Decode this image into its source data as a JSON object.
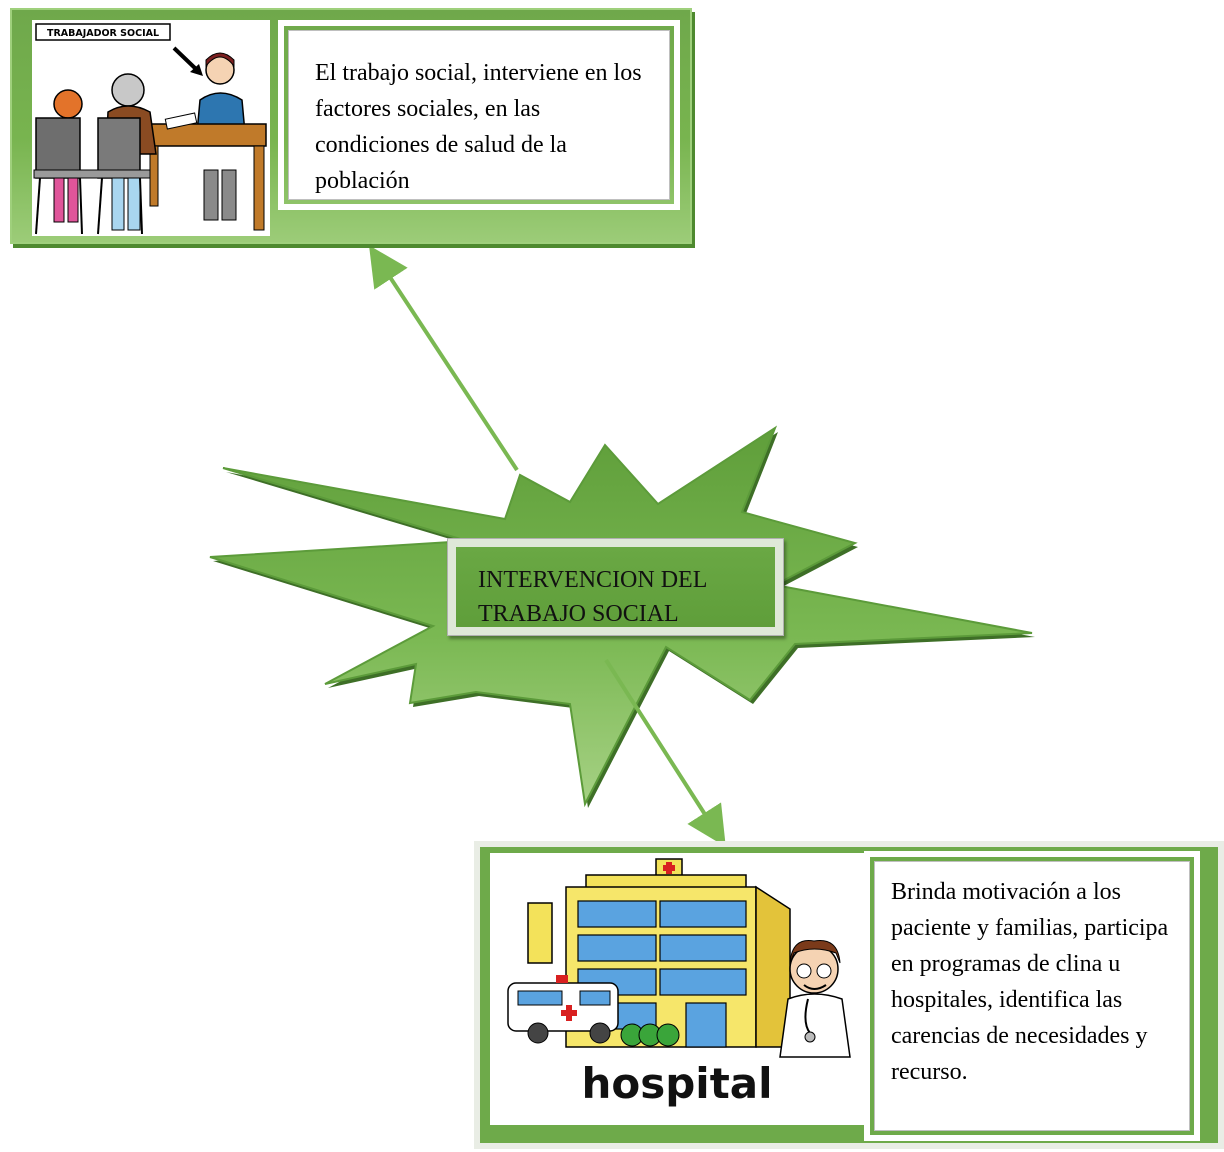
{
  "top_card": {
    "image_label": "TRABAJADOR SOCIAL",
    "text": "El trabajo social, interviene en los factores sociales, en las condiciones de salud de la población"
  },
  "center": {
    "label": "INTERVENCION DEL TRABAJO SOCIAL"
  },
  "bottom_card": {
    "image_label": "hospital",
    "text": "Brinda motivación a los paciente y familias, participa en programas de clina u hospitales, identifica las carencias de necesidades y recurso."
  },
  "colors": {
    "green": "#6eaa4a",
    "green_light": "#9ccc78",
    "arrow": "#7ab852"
  }
}
